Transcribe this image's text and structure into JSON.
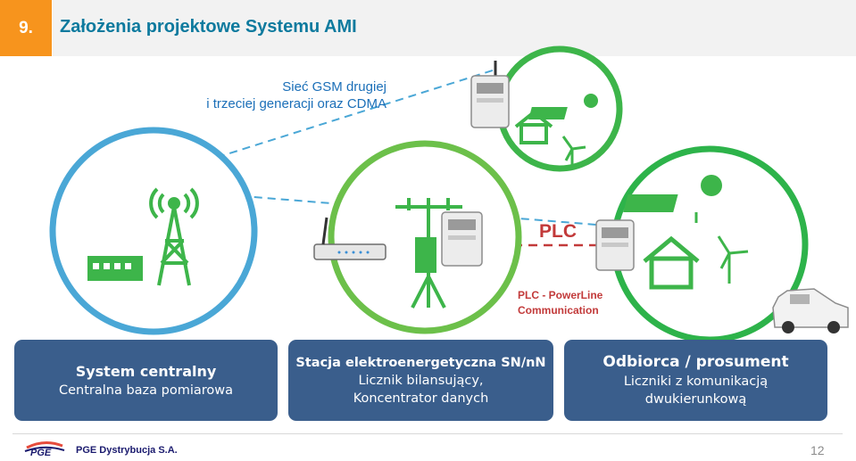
{
  "header": {
    "number": "9.",
    "title": "Założenia projektowe Systemu AMI"
  },
  "network": {
    "gsm_line1": "Sieć GSM drugiej",
    "gsm_line2": "i trzeciej generacji oraz CDMA",
    "plc_label": "PLC",
    "plc_desc_line1": "PLC - PowerLine",
    "plc_desc_line2": "Communication"
  },
  "boxes": [
    {
      "title": "System centralny",
      "line1": "Centralna baza pomiarowa"
    },
    {
      "title": "Stacja elektroenergetyczna SN/nN",
      "line1": "Licznik bilansujący,",
      "line2": "Koncentrator danych"
    },
    {
      "title": "Odbiorca / prosument",
      "line1": "Liczniki z komunikacją",
      "line2": "dwukierunkową"
    }
  ],
  "footer": {
    "logo": "PGE",
    "company": "PGE Dystrybucja S.A.",
    "page": "12"
  },
  "colors": {
    "accent": "#f7941d",
    "title": "#0d7a9e",
    "box": "#3a5e8c",
    "circle_blue": "#4aa7d6",
    "circle_green": "#3db54a",
    "plc": "#c23a3a"
  }
}
